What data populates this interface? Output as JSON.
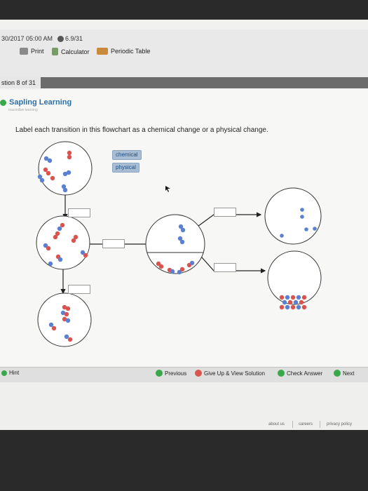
{
  "header": {
    "datetime": "30/2017 05:00 AM",
    "score": "6.9/31",
    "tools": {
      "print": "Print",
      "calculator": "Calculator",
      "periodic_table": "Periodic Table"
    },
    "question_counter": "stion 8 of 31"
  },
  "brand": {
    "name": "Sapling Learning",
    "tagline": "macmillan learning"
  },
  "question": {
    "prompt": "Label each transition in this flowchart as a chemical change or a physical change.",
    "options": [
      "chemical",
      "physical"
    ]
  },
  "nav": {
    "hint": "Hint",
    "previous": "Previous",
    "give_up": "Give Up & View Solution",
    "check": "Check Answer",
    "next": "Next"
  },
  "footer": {
    "links": [
      "about us",
      "careers",
      "privacy policy"
    ]
  },
  "colors": {
    "red_atom": "#d9534f",
    "blue_atom": "#5b7fd1",
    "brand_blue": "#2e6fa8",
    "green": "#38a84a",
    "chip_bg": "#a9bdd5"
  }
}
